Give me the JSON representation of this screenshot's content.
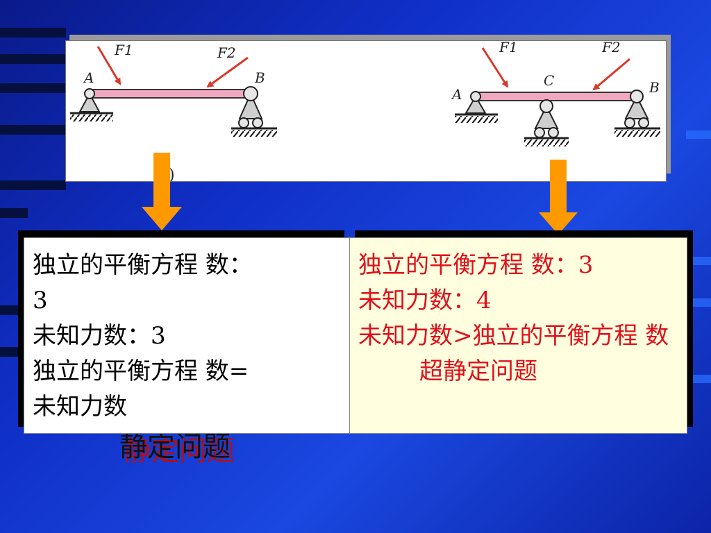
{
  "figure": {
    "left_beam": {
      "force1": "F1",
      "force2": "F2",
      "point_a": "A",
      "point_b": "B",
      "caption": ")"
    },
    "right_beam": {
      "force1": "F1",
      "force2": "F2",
      "point_a": "A",
      "point_b": "B",
      "point_c": "C"
    }
  },
  "left_box": {
    "line1": "独立的平衡方程 数：",
    "line2": "3",
    "line3": "未知力数：3",
    "line4": "独立的平衡方程 数=",
    "line5": "未知力数"
  },
  "right_box": {
    "line1": "独立的平衡方程 数：3",
    "line2": "未知力数：4",
    "line3": "未知力数>独立的平衡方程 数",
    "line4": "超静定问题"
  },
  "behind_text": "静定问题",
  "colors": {
    "background": "#1438d0",
    "right_text": "#e0101a",
    "right_box_bg": "#ffffe0",
    "arrow": "#ff9900",
    "beam": "#f0a8c0",
    "force_arrow": "#d83a2a"
  }
}
